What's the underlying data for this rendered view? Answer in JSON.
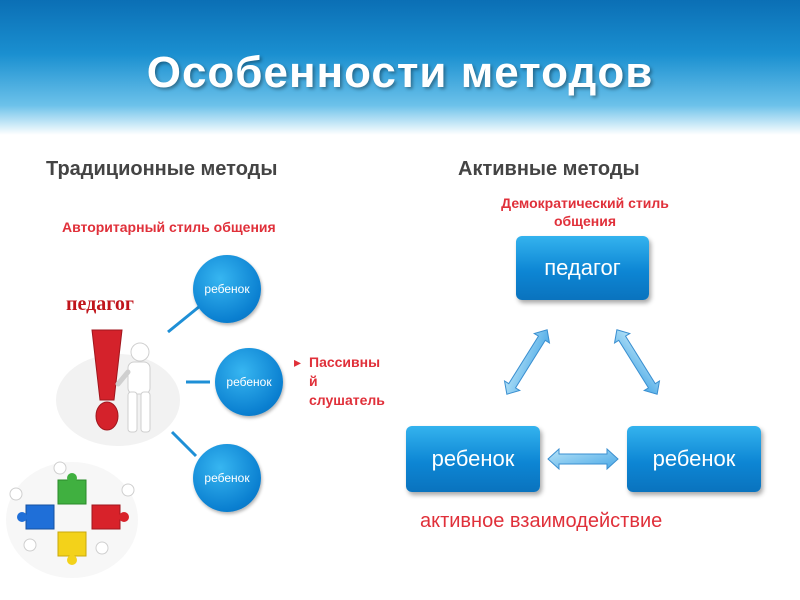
{
  "slide": {
    "title": "Особенности  методов",
    "left": {
      "heading": "Традиционные методы",
      "subtitle": "Авторитарный стиль общения",
      "teacher_label": "педагог",
      "children": [
        "ребенок",
        "ребенок",
        "ребенок"
      ],
      "annotation_lines": [
        "Пассивны",
        "й",
        "слушатель"
      ]
    },
    "right": {
      "heading": "Активные методы",
      "subtitle_lines": [
        "Демократический стиль",
        "общения"
      ],
      "teacher_box": "педагог",
      "child_left": "ребенок",
      "child_right": "ребенок",
      "footer": "активное взаимодействие"
    }
  },
  "colors": {
    "accent_blue": "#0d86d4",
    "red_text": "#e0303a",
    "heading_gray": "#444444"
  }
}
